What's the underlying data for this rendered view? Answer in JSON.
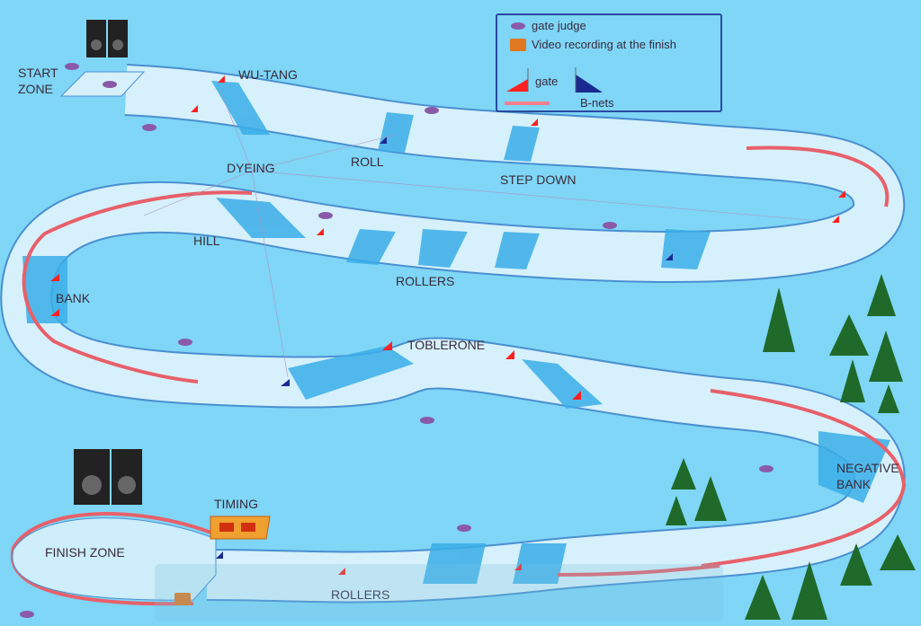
{
  "legend": {
    "gate_judge": "gate judge",
    "video": "Video recording at the finish",
    "gate": "gate",
    "bnets": "B-nets"
  },
  "labels": {
    "start_zone_1": "START",
    "start_zone_2": "ZONE",
    "wu_tang": "WU-TANG",
    "dyeing": "DYEING",
    "roll": "ROLL",
    "step_down": "STEP DOWN",
    "hill": "HILL",
    "rollers_top": "ROLLERS",
    "bank": "BANK",
    "toblerone": "TOBLERONE",
    "negative_bank_1": "NEGATIVE",
    "negative_bank_2": "BANK",
    "timing": "TIMING",
    "finish_zone": "FINISH ZONE",
    "rollers_bottom": "ROLLERS"
  },
  "colors": {
    "background": "#7fd6f6",
    "track": "#d6f1fb",
    "track_edge": "#4a8fd0",
    "bnet": "#e8606a",
    "gate": "#ff2020",
    "blue_gate": "#1a2a90"
  }
}
